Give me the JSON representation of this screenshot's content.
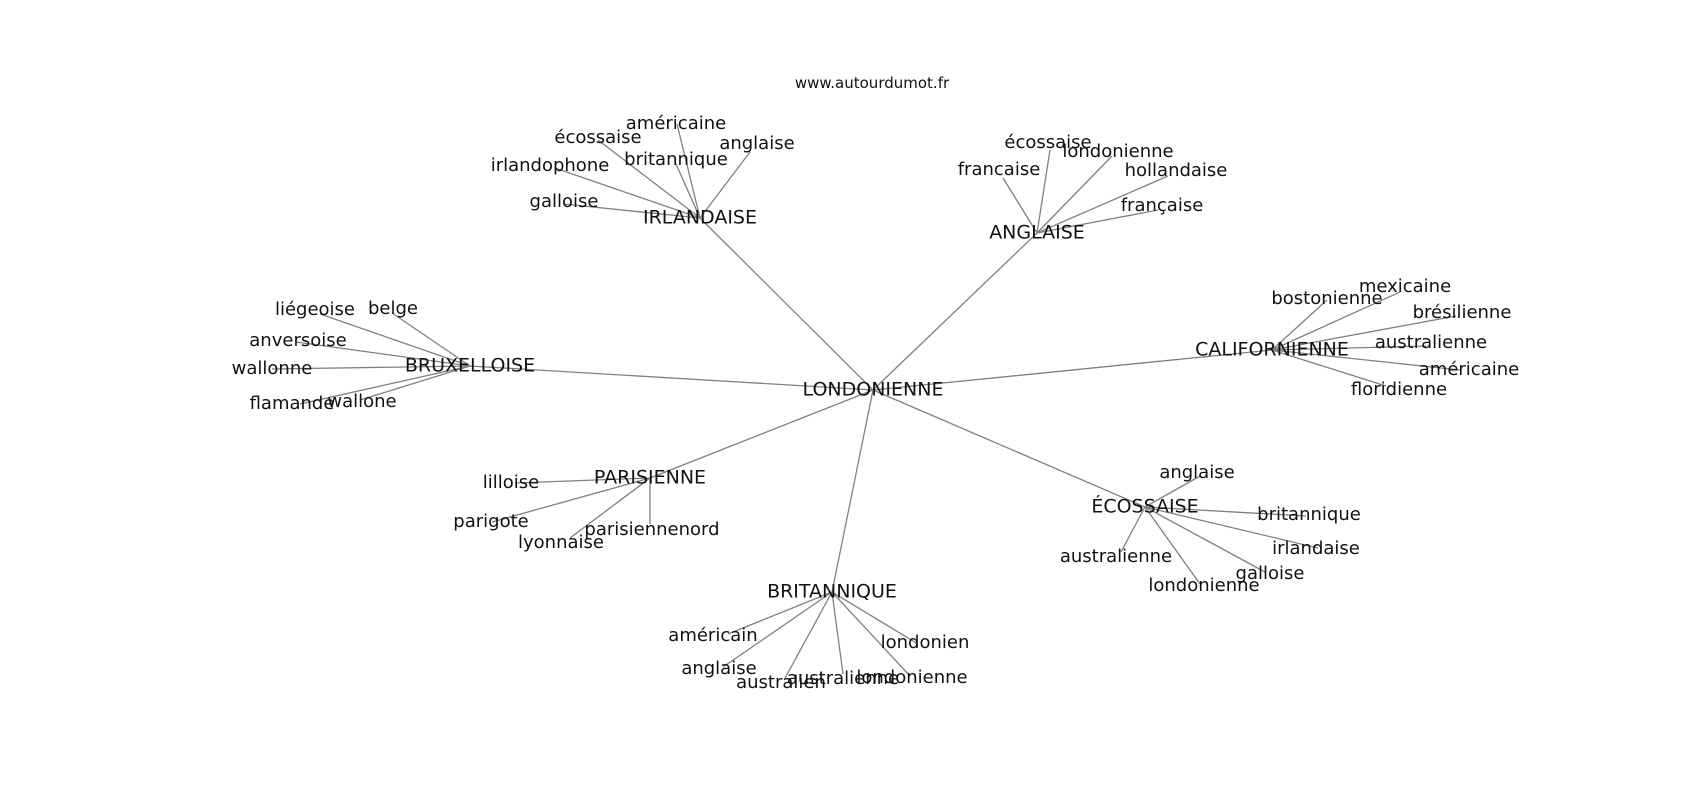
{
  "source": "www.autourdumot.fr",
  "colors": {
    "edge": "#808080",
    "text": "#111111",
    "background": "#ffffff"
  },
  "graph": {
    "center": "LONDONIENNE",
    "clusters": [
      {
        "id": "irlandaise",
        "label": "IRLANDAISE",
        "leaves": [
          "américaine",
          "écossaise",
          "anglaise",
          "britannique",
          "irlandophone",
          "galloise"
        ]
      },
      {
        "id": "anglaise",
        "label": "ANGLAISE",
        "leaves": [
          "écossaise",
          "londonienne",
          "francaise",
          "hollandaise",
          "française"
        ]
      },
      {
        "id": "bruxelloise",
        "label": "BRUXELLOISE",
        "leaves": [
          "liégeoise",
          "belge",
          "anversoise",
          "wallonne",
          "flamande",
          "wallone"
        ]
      },
      {
        "id": "californienne",
        "label": "CALIFORNIENNE",
        "leaves": [
          "bostonienne",
          "mexicaine",
          "brésilienne",
          "australienne",
          "américaine",
          "floridienne"
        ]
      },
      {
        "id": "parisienne",
        "label": "PARISIENNE",
        "leaves": [
          "lilloise",
          "parigote",
          "parisiennenord",
          "lyonnaise"
        ]
      },
      {
        "id": "ecossaise",
        "label": "ÉCOSSAISE",
        "leaves": [
          "anglaise",
          "britannique",
          "irlandaise",
          "australienne",
          "galloise",
          "londonienne"
        ]
      },
      {
        "id": "britannique",
        "label": "BRITANNIQUE",
        "leaves": [
          "américain",
          "londonien",
          "anglaise",
          "australien",
          "australienne",
          "londonienne"
        ]
      }
    ]
  }
}
